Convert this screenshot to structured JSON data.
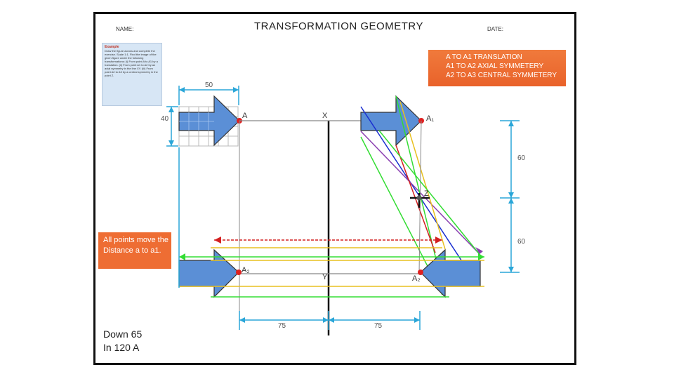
{
  "header": {
    "title": "TRANSFORMATION   GEOMETRY",
    "name_label": "NAME:",
    "date_label": "DATE:"
  },
  "callout_transformations": {
    "line1": "A TO A1 TRANSLATION",
    "line2": "A1 TO A2 AXIAL SYMMETERY",
    "line3": "A2 TO A3 CENTRAL SYMMETERY"
  },
  "callout_move": "All points move the Distance a to a1.",
  "note": "Down 65\nIn 120 A",
  "example_box": {
    "heading": "Example",
    "text": "Draw the figure across and complete the exercise. Scale 1:1. Find the image of the given figure under the following transformations: (i) From point A to A1 by a translation. (ii) From point A1 to A2 by an axial symmetry in the line XY. (iii) From point A2 to A3 by a central symmetry in the point Z."
  },
  "labels": {
    "point_a": "A",
    "point_x": "X",
    "point_a1": "A₁",
    "point_z": "Z",
    "point_a2_left": "A₂",
    "point_y": "Y",
    "point_a2_right": "A₂"
  },
  "dimensions": {
    "width_top": "50",
    "height_left": "40",
    "right_upper": "60",
    "right_lower": "60",
    "bottom_left": "75",
    "bottom_right": "75"
  },
  "colors": {
    "arrow_fill": "#5b8fd6",
    "dimension": "#2aa6d8",
    "point": "#e02020",
    "translation_line": "#d42020",
    "green_line": "#33dd33",
    "yellow_line": "#e8c020",
    "purple_line": "#8a3fb0",
    "blue_line": "#1a2fd0",
    "callout": "#ee6d33"
  }
}
